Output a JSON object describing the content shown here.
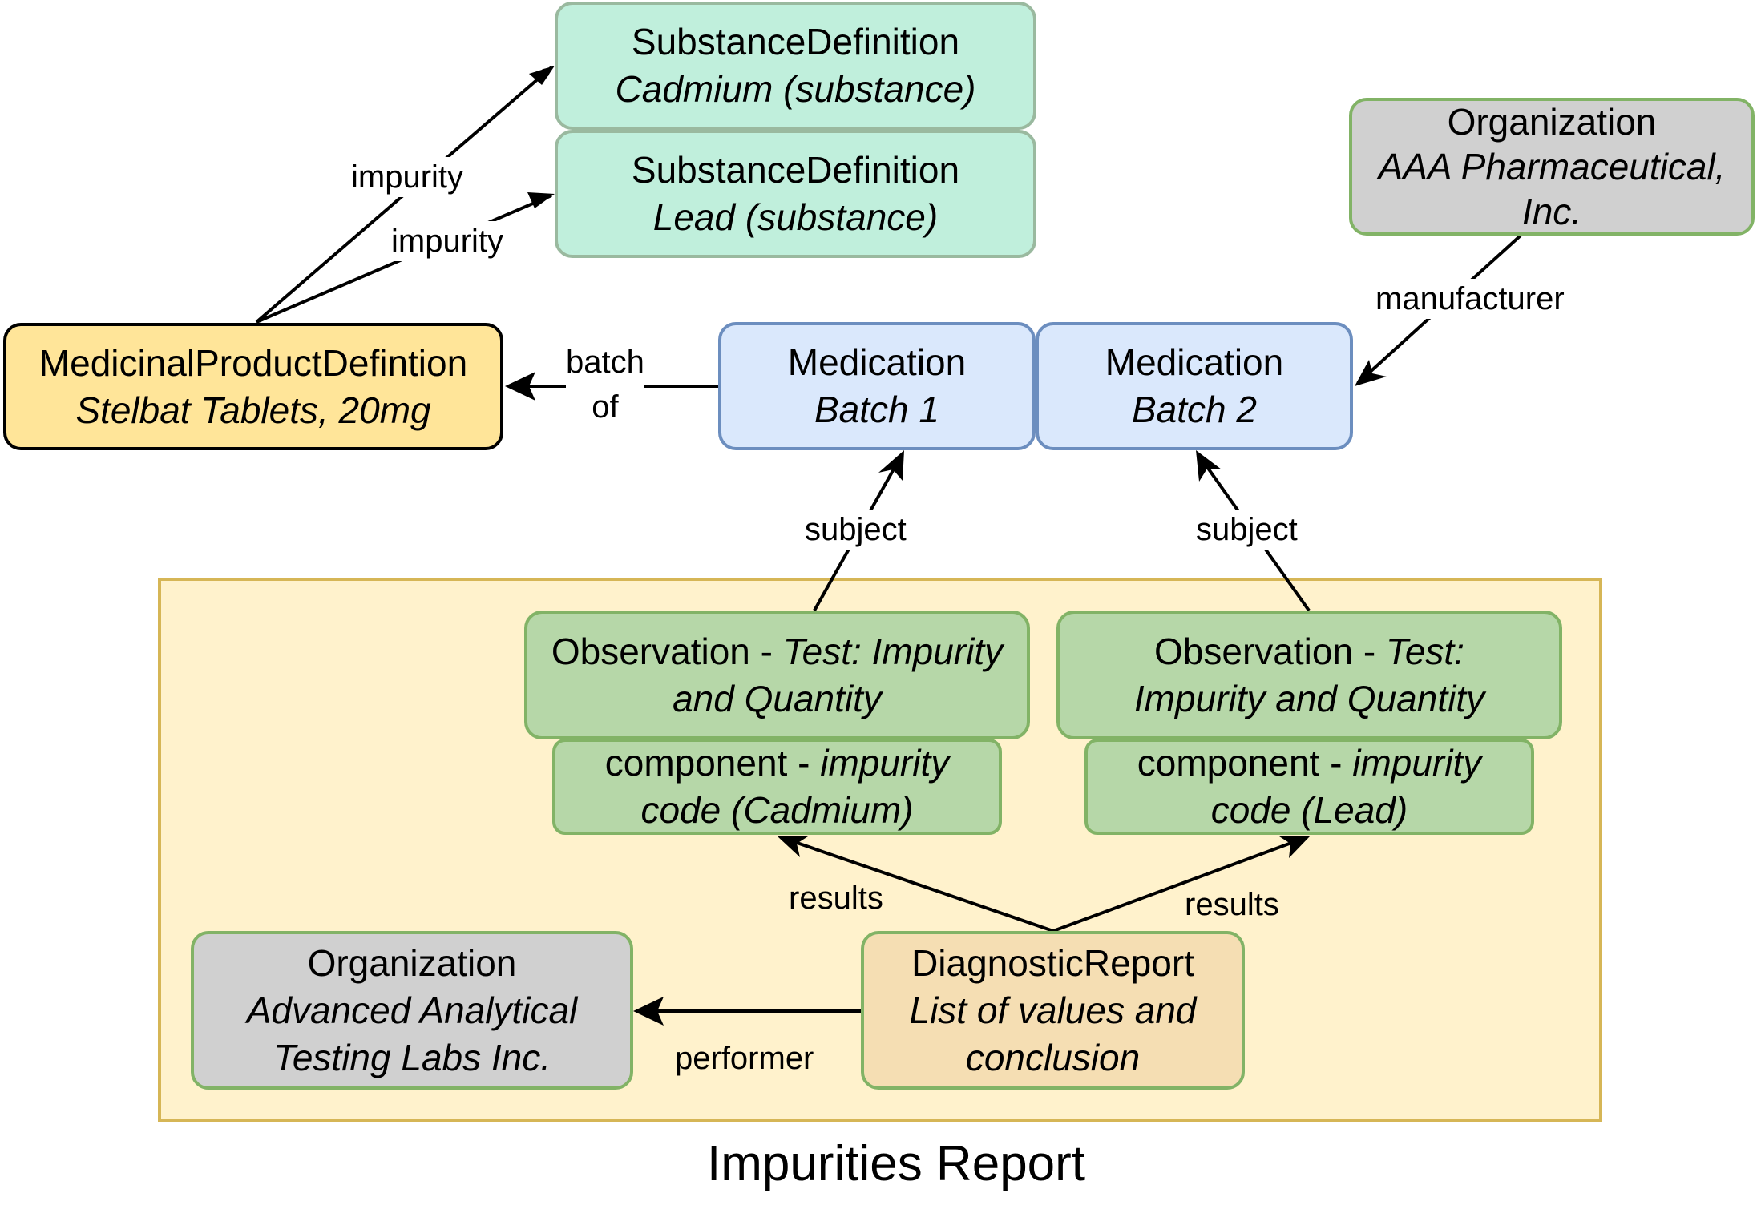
{
  "diagram": {
    "title": "Impurities Report",
    "nodes": {
      "substance_cadmium": {
        "type": "SubstanceDefinition",
        "name": "Cadmium (substance)"
      },
      "substance_lead": {
        "type": "SubstanceDefinition",
        "name": "Lead (substance)"
      },
      "medicinal_product": {
        "type": "MedicinalProductDefintion",
        "name": "Stelbat Tablets, 20mg"
      },
      "medication_batch1": {
        "type": "Medication",
        "name": "Batch 1"
      },
      "medication_batch2": {
        "type": "Medication",
        "name": "Batch 2"
      },
      "org_manufacturer": {
        "type": "Organization",
        "name_line1": "AAA Pharmaceutical,",
        "name_line2": "Inc."
      },
      "observation1": {
        "type_prefix": "Observation - ",
        "type_italic": "Test: Impurity",
        "line2": "and Quantity"
      },
      "observation2": {
        "type_prefix": "Observation - ",
        "type_italic": "Test:",
        "line2": "Impurity and Quantity"
      },
      "component1": {
        "prefix": "component - ",
        "italic1": "impurity",
        "line2": "code (Cadmium)"
      },
      "component2": {
        "prefix": "component - ",
        "italic1": "impurity",
        "line2": "code (Lead)"
      },
      "org_performer": {
        "type": "Organization",
        "name_line1": "Advanced Analytical",
        "name_line2": "Testing Labs Inc."
      },
      "diagnostic_report": {
        "type": "DiagnosticReport",
        "line1": "List of values and",
        "line2": "conclusion"
      }
    },
    "edges": {
      "impurity1": "impurity",
      "impurity2": "impurity",
      "batch_of_line1": "batch",
      "batch_of_line2": "of",
      "manufacturer": "manufacturer",
      "subject1": "subject",
      "subject2": "subject",
      "results1": "results",
      "results2": "results",
      "performer": "performer"
    }
  }
}
